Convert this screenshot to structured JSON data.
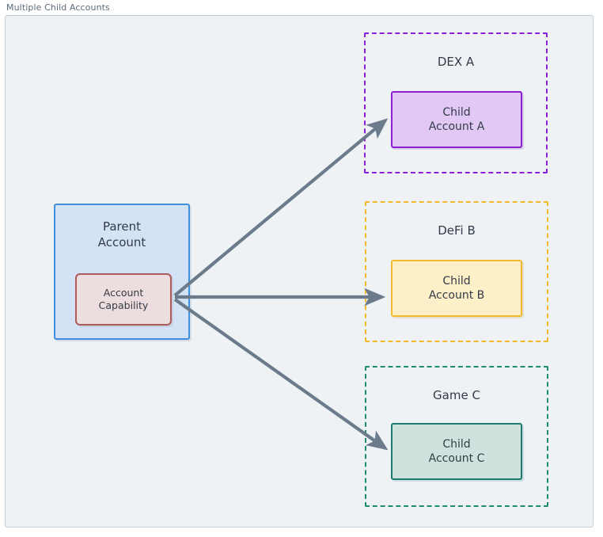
{
  "frame": {
    "title": "Multiple Child Accounts"
  },
  "parent": {
    "title_line1": "Parent",
    "title_line2": "Account",
    "capability_line1": "Account",
    "capability_line2": "Capability",
    "border_color": "#3f8fdc",
    "fill_color": "#d3e3f5",
    "capability_border_color": "#b05b5b",
    "capability_fill_color": "#ecdede"
  },
  "groups": [
    {
      "label": "DEX A",
      "child_line1": "Child",
      "child_line2": "Account A",
      "border_color": "#8c1fd4",
      "child_fill_color": "#e1c8f5"
    },
    {
      "label": "DeFi B",
      "child_line1": "Child",
      "child_line2": "Account B",
      "border_color": "#f2b928",
      "child_fill_color": "#fdf0c9"
    },
    {
      "label": "Game C",
      "child_line1": "Child",
      "child_line2": "Account C",
      "border_color": "#1d8a72",
      "child_fill_color": "#cfe3de"
    }
  ],
  "arrows": {
    "color": "#6b7b8c",
    "count": 3,
    "origin_label": "Account Capability",
    "targets": [
      "Child Account A",
      "Child Account B",
      "Child Account C"
    ]
  },
  "canvas": {
    "background_color": "#eef2f5",
    "border_color": "#c2cdd6",
    "text_color": "#333b48",
    "title_color": "#5b6b7b"
  }
}
